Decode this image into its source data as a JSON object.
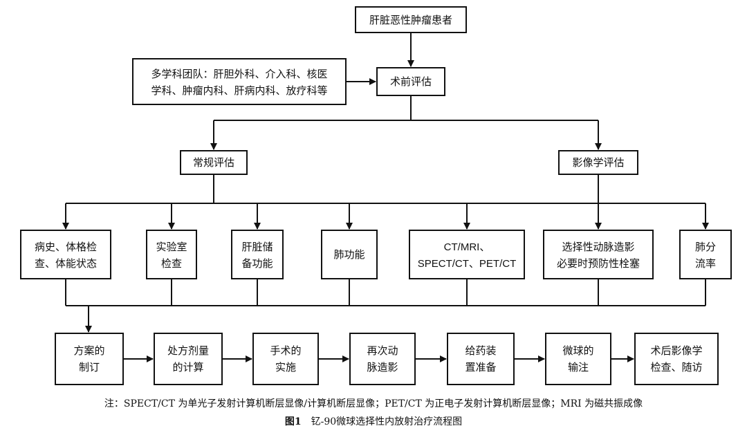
{
  "nodes": {
    "patient": [
      "肝脏恶性肿瘤患者"
    ],
    "mdt": [
      "多学科团队：肝胆外科、介入科、核医",
      "学科、肿瘤内科、肝病内科、放疗科等"
    ],
    "preop": [
      "术前评估"
    ],
    "routine": [
      "常规评估"
    ],
    "imaging": [
      "影像学评估"
    ],
    "history": [
      "病史、体格检",
      "查、体能状态"
    ],
    "lab": [
      "实验室",
      "检查"
    ],
    "liver_reserve": [
      "肝脏储",
      "备功能"
    ],
    "lung_function": [
      "肺功能"
    ],
    "ct_mri": [
      "CT/MRI、",
      "SPECT/CT、PET/CT"
    ],
    "angio": [
      "选择性动脉造影",
      "必要时预防性栓塞"
    ],
    "lung_shunt": [
      "肺分",
      "流率"
    ],
    "plan": [
      "方案的",
      "制订"
    ],
    "dose": [
      "处方剂量",
      "的计算"
    ],
    "surgery": [
      "手术的",
      "实施"
    ],
    "re_angio": [
      "再次动",
      "脉造影"
    ],
    "delivery_prep": [
      "给药装",
      "置准备"
    ],
    "infusion": [
      "微球的",
      "输注"
    ],
    "followup": [
      "术后影像学",
      "检查、随访"
    ]
  },
  "note": "注：SPECT/CT 为单光子发射计算机断层显像/计算机断层显像；PET/CT 为正电子发射计算机断层显像；MRI 为磁共振成像",
  "caption": {
    "number": "图1",
    "title": "钇-90微球选择性内放射治疗流程图"
  }
}
